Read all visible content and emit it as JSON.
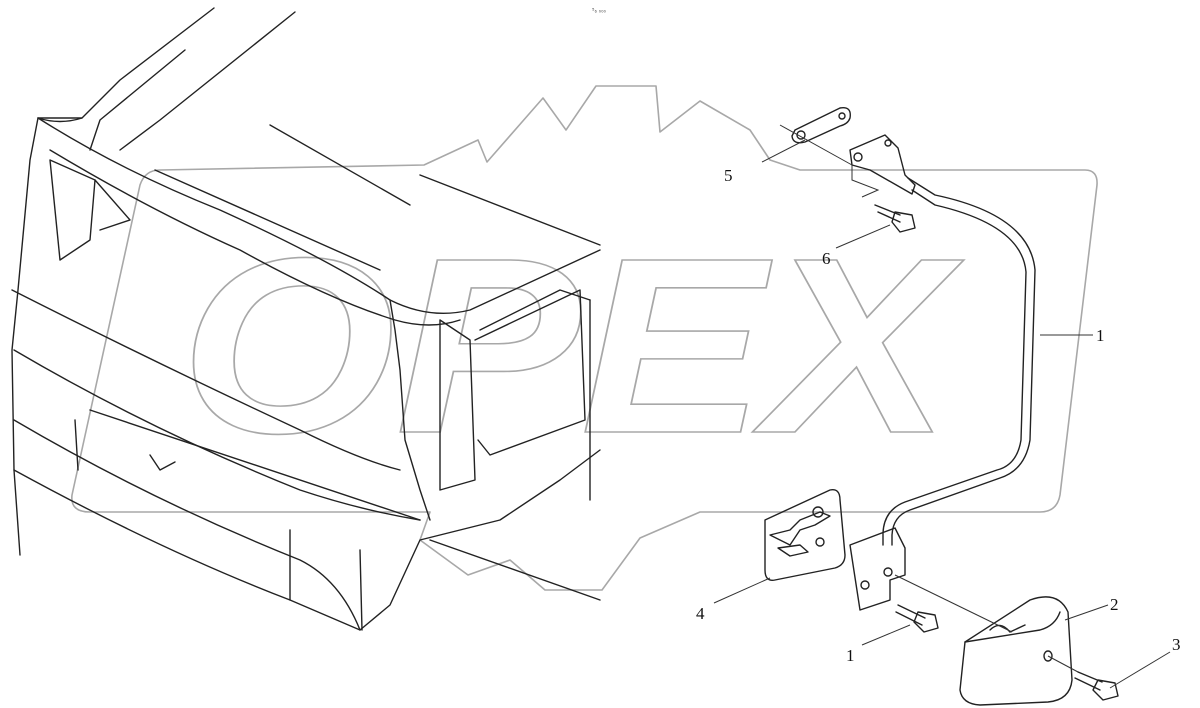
{
  "diagram": {
    "reference_code": "⁵₆ ₀₀₀",
    "watermark_text": "OPEX",
    "callouts": [
      {
        "id": "label-1-rod",
        "text": "1"
      },
      {
        "id": "label-1-bolt",
        "text": "1"
      },
      {
        "id": "label-2",
        "text": "2"
      },
      {
        "id": "label-3",
        "text": "3"
      },
      {
        "id": "label-4",
        "text": "4"
      },
      {
        "id": "label-5",
        "text": "5"
      },
      {
        "id": "label-6",
        "text": "6"
      }
    ],
    "colors": {
      "line": "#222222",
      "watermark": "#a8a8a8",
      "background": "#ffffff"
    }
  }
}
